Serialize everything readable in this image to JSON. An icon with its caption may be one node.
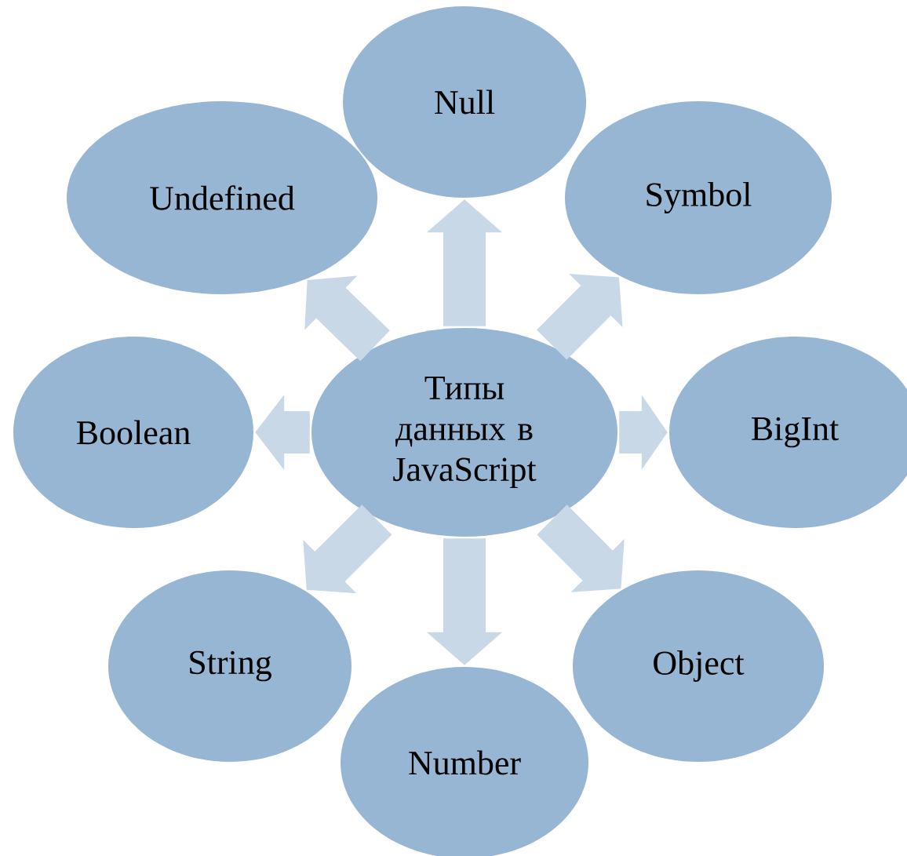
{
  "diagram": {
    "nodes": [
      {
        "text": [
          "Типы данных в JavaScript"
        ]
      },
      {
        "text": [
          "Null"
        ]
      },
      {
        "text": [
          "Symbol"
        ]
      },
      {
        "text": [
          "BigInt"
        ]
      },
      {
        "text": [
          "Object"
        ]
      },
      {
        "text": [
          "Number"
        ]
      },
      {
        "text": [
          "String"
        ]
      },
      {
        "text": [
          "Boolean"
        ]
      },
      {
        "text": [
          "Undefined"
        ]
      }
    ],
    "edges": [
      {
        "from": 0,
        "to": 1,
        "arrow": "to"
      },
      {
        "from": 0,
        "to": 2,
        "arrow": "to"
      },
      {
        "from": 0,
        "to": 3,
        "arrow": "to"
      },
      {
        "from": 0,
        "to": 4,
        "arrow": "to"
      },
      {
        "from": 0,
        "to": 5,
        "arrow": "to"
      },
      {
        "from": 0,
        "to": 6,
        "arrow": "to"
      },
      {
        "from": 0,
        "to": 7,
        "arrow": "to"
      },
      {
        "from": 0,
        "to": 8,
        "arrow": "to"
      }
    ]
  }
}
